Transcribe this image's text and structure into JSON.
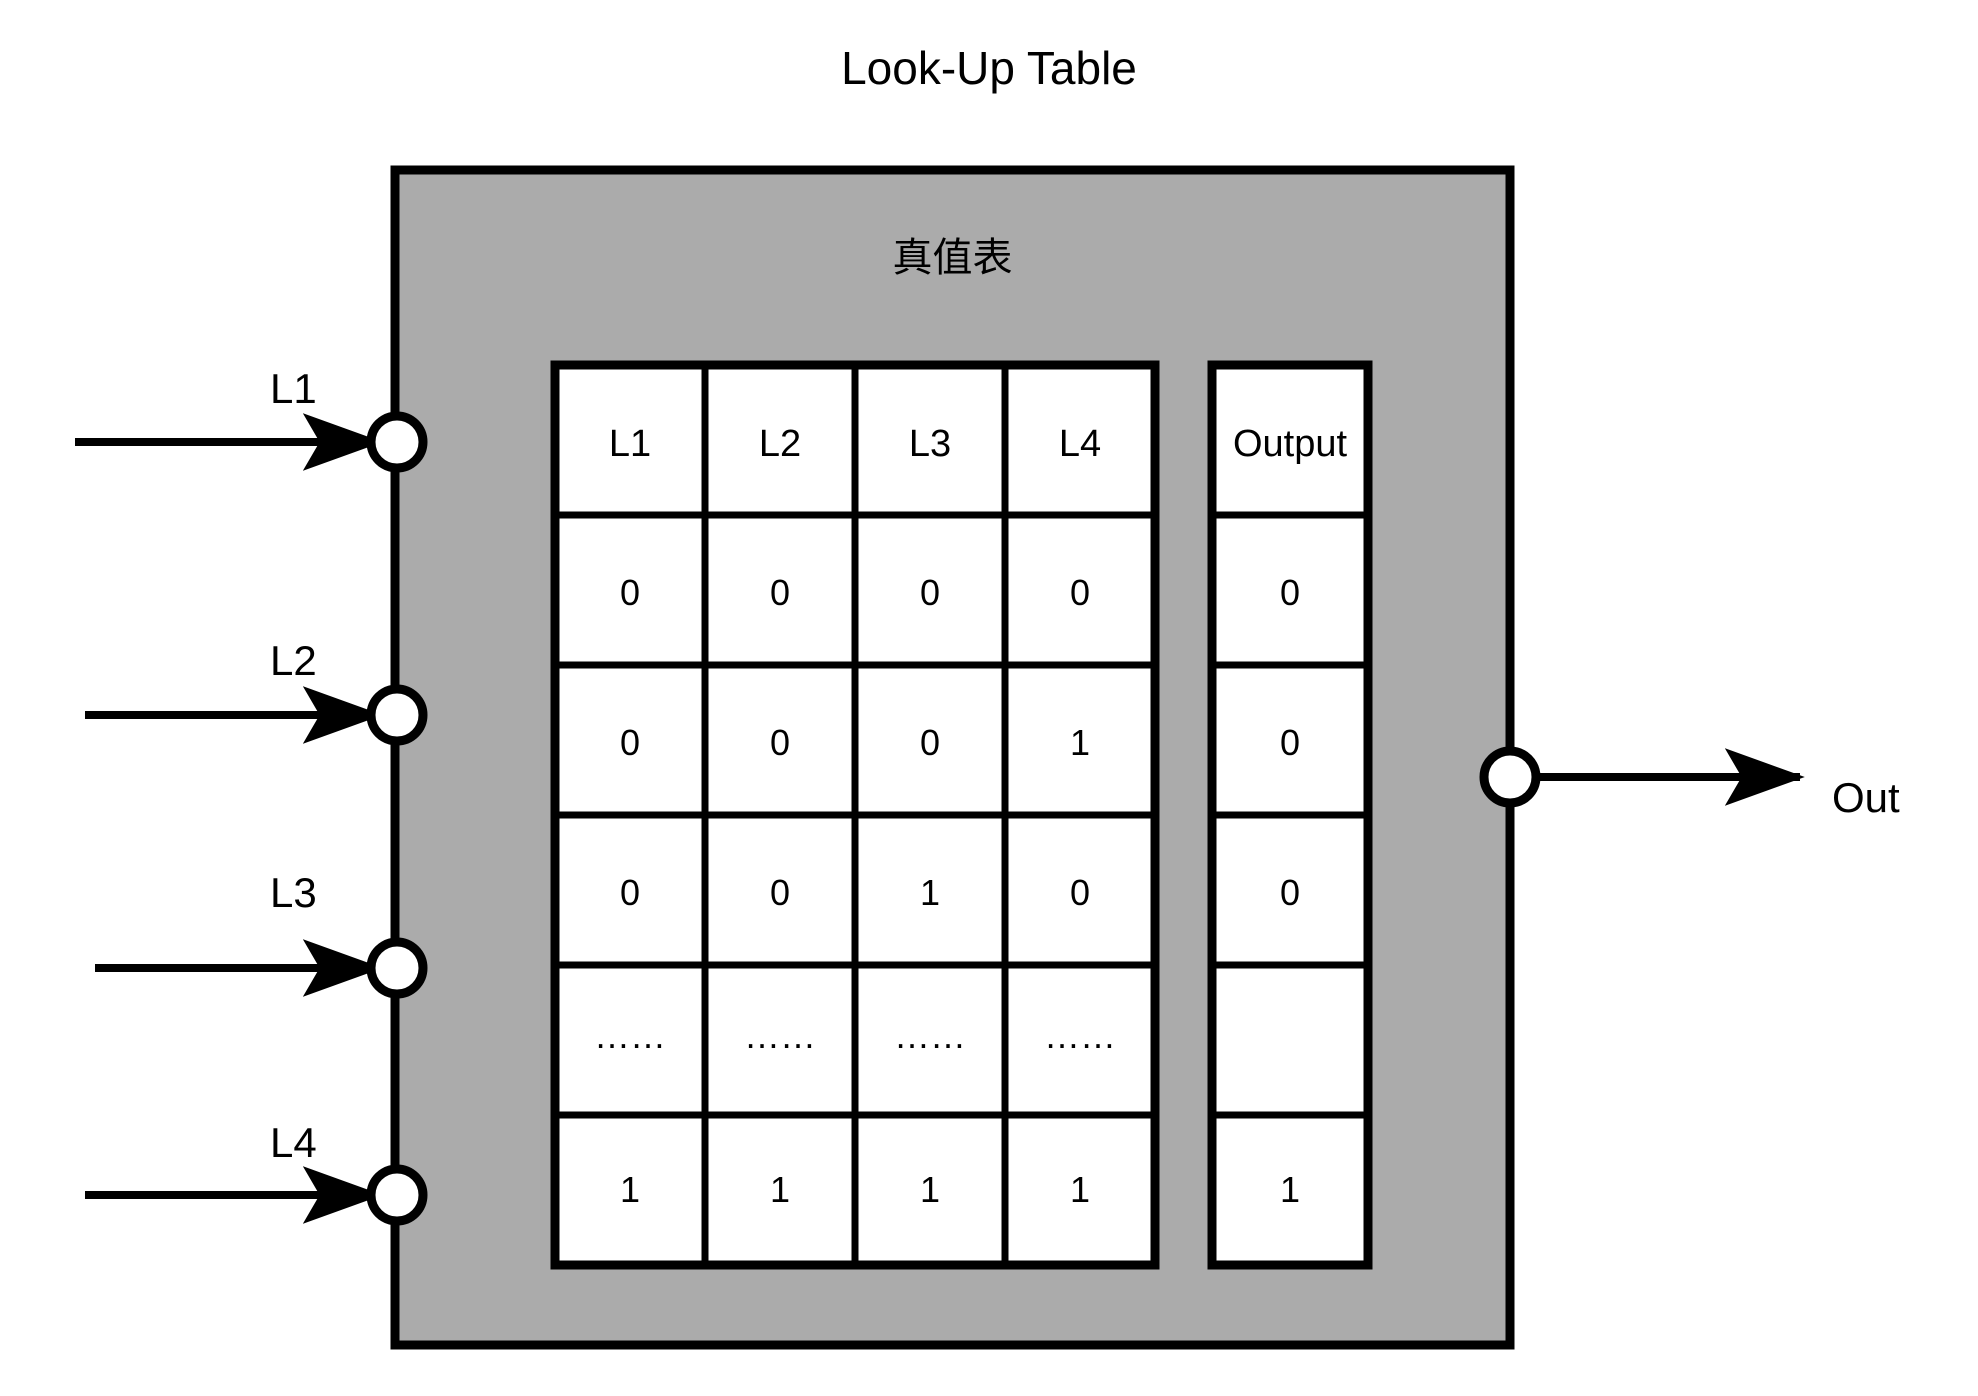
{
  "diagram": {
    "title": "Look-Up Table",
    "block": {
      "caption": "真值表",
      "fill_color": "#ababab",
      "border_color": "#000000"
    },
    "inputs": [
      {
        "label": "L1"
      },
      {
        "label": "L2"
      },
      {
        "label": "L3"
      },
      {
        "label": "L4"
      }
    ],
    "outputs": [
      {
        "label": "Out"
      }
    ],
    "icons": {
      "port": "port-circle-icon",
      "input_arrow": "arrow-right-icon",
      "output_arrow": "arrow-right-icon"
    }
  },
  "truth_table": {
    "input_headers": [
      "L1",
      "L2",
      "L3",
      "L4"
    ],
    "output_header": "Output",
    "rows": [
      {
        "inputs": [
          "0",
          "0",
          "0",
          "0"
        ],
        "output": "0"
      },
      {
        "inputs": [
          "0",
          "0",
          "0",
          "1"
        ],
        "output": "0"
      },
      {
        "inputs": [
          "0",
          "0",
          "1",
          "0"
        ],
        "output": "0"
      },
      {
        "inputs": [
          "……",
          "……",
          "……",
          "……"
        ],
        "output": ""
      },
      {
        "inputs": [
          "1",
          "1",
          "1",
          "1"
        ],
        "output": "1"
      }
    ]
  }
}
